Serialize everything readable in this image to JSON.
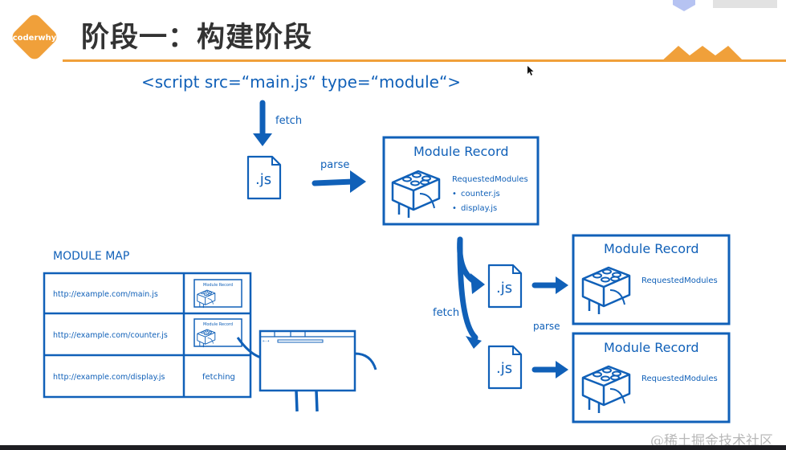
{
  "header": {
    "logo_text": "coderwhy",
    "title": "阶段一：构建阶段",
    "accent_color": "#f0a03a",
    "brand_color": "#5b7bd8"
  },
  "diagram": {
    "stroke_color": "#1060b8",
    "script_tag": "<script  src=“main.js“  type=“module“>",
    "fetch_label_top": "fetch",
    "parse_label_top": "parse",
    "file_label": ".js",
    "main_record": {
      "title": "Module  Record",
      "requested_label": "RequestedModules",
      "requested_items": [
        "counter.js",
        "display.js"
      ]
    },
    "module_map": {
      "title": "MODULE  MAP",
      "rows": [
        {
          "url": "http://example.com/main.js",
          "status": "Module Record",
          "state": "record"
        },
        {
          "url": "http://example.com/counter.js",
          "status": "Module Record",
          "state": "record"
        },
        {
          "url": "http://example.com/display.js",
          "status": "fetching",
          "state": "fetching"
        }
      ]
    },
    "fetch_label_bottom": "fetch",
    "parse_label_bottom": "parse",
    "child_records": [
      {
        "title": "Module  Record",
        "requested_label": "RequestedModules",
        "file_label": ".js"
      },
      {
        "title": "Module  Record",
        "requested_label": "RequestedModules",
        "file_label": ".js"
      }
    ]
  },
  "footer": {
    "watermark": "@稀土掘金技术社区"
  }
}
